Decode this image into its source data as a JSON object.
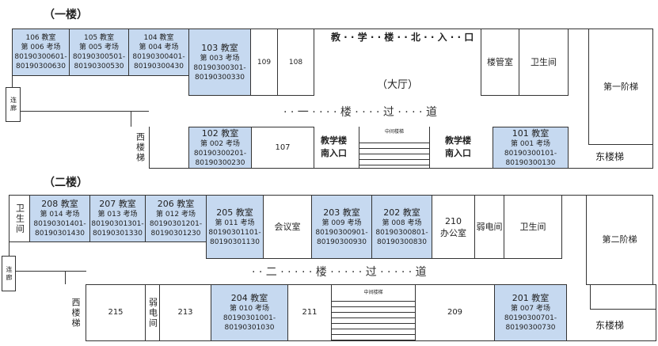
{
  "floor1": {
    "title": "（一楼）",
    "north_entrance": "教 · · 学 · · 楼 · · 北 · · 入 · · 口",
    "hall": "（大厅）",
    "corridor": "· · 一 · · · · 楼 · · · · 过 · · · · 道",
    "connector": "连廊",
    "west_stairs": "西楼梯",
    "east_stairs": "东楼梯",
    "first_lecture_hall": "第一阶梯",
    "middle_stairs": "中间楼梯",
    "south_entrance_1": [
      "教学楼",
      "南入口"
    ],
    "south_entrance_2": [
      "教学楼",
      "南入口"
    ],
    "building_mgmt": "楼管室",
    "restroom": "卫生间",
    "room_109": "109",
    "room_108": "108",
    "room_107": "107",
    "exam_rooms": [
      {
        "room": "106 教室",
        "site": "第 006 考场",
        "from": "80190300601-",
        "to": "80190300630"
      },
      {
        "room": "105 教室",
        "site": "第 005 考场",
        "from": "80190300501-",
        "to": "80190300530"
      },
      {
        "room": "104 教室",
        "site": "第 004 考场",
        "from": "80190300401-",
        "to": "80190300430"
      },
      {
        "room": "103 教室",
        "site": "第 003 考场",
        "from": "80190300301-",
        "to": "80190300330"
      },
      {
        "room": "102 教室",
        "site": "第 002 考场",
        "from": "80190300201-",
        "to": "80190300230"
      },
      {
        "room": "101 教室",
        "site": "第 001 考场",
        "from": "80190300101-",
        "to": "80190300130"
      }
    ]
  },
  "floor2": {
    "title": "（二楼）",
    "corridor": "· · 二 · · · · · 楼 · · · · · 过 · · · · · 道",
    "connector": "连廊",
    "west_stairs": "西楼梯",
    "east_stairs": "东楼梯",
    "second_lecture_hall": "第二阶梯",
    "middle_stairs": "中间楼梯",
    "restroom_west": "卫生间",
    "restroom_east": "卫生间",
    "meeting_room": "会议室",
    "room_210": "210",
    "office": "办公室",
    "weak_current_1": "弱电间",
    "weak_current_2": "弱电间",
    "room_215": "215",
    "room_213": "213",
    "room_211": "211",
    "room_209": "209",
    "exam_rooms": [
      {
        "room": "208 教室",
        "site": "第 014 考场",
        "from": "80190301401-",
        "to": "80190301430"
      },
      {
        "room": "207 教室",
        "site": "第 013 考场",
        "from": "80190301301-",
        "to": "80190301330"
      },
      {
        "room": "206 教室",
        "site": "第 012 考场",
        "from": "80190301201-",
        "to": "80190301230"
      },
      {
        "room": "205 教室",
        "site": "第 011 考场",
        "from": "80190301101-",
        "to": "80190301130"
      },
      {
        "room": "203 教室",
        "site": "第 009 考场",
        "from": "80190300901-",
        "to": "80190300930"
      },
      {
        "room": "202 教室",
        "site": "第 008 考场",
        "from": "80190300801-",
        "to": "80190300830"
      },
      {
        "room": "204 教室",
        "site": "第 010 考场",
        "from": "80190301001-",
        "to": "80190301030"
      },
      {
        "room": "201 教室",
        "site": "第 007 考场",
        "from": "80190300701-",
        "to": "80190300730"
      }
    ]
  }
}
